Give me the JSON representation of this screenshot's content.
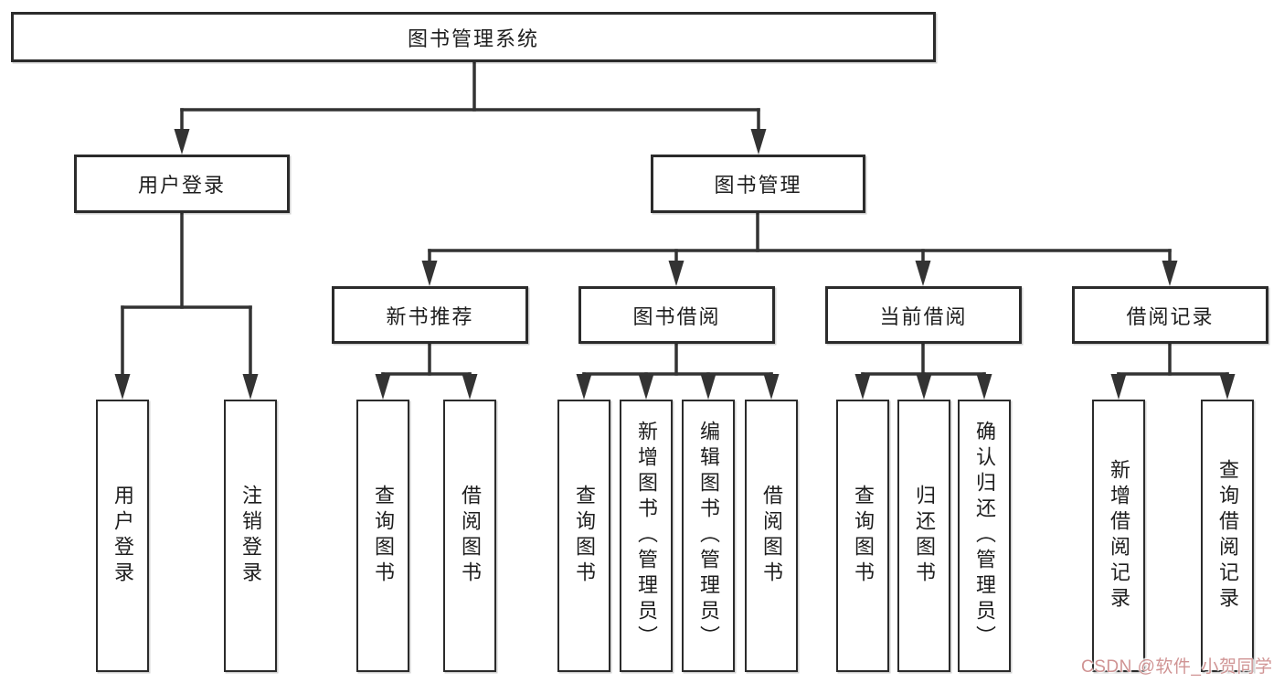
{
  "diagram": {
    "title": {
      "label": "图书管理系统"
    },
    "level1": {
      "user_login": {
        "label": "用户登录"
      },
      "book_management": {
        "label": "图书管理"
      }
    },
    "level2": {
      "new_book": {
        "label": "新书推荐"
      },
      "book_borrow": {
        "label": "图书借阅"
      },
      "current_borrow": {
        "label": "当前借阅"
      },
      "borrow_records": {
        "label": "借阅记录"
      }
    },
    "leaves": {
      "user_login": [
        "用户登录",
        "注销登录"
      ],
      "new_book": [
        "查询图书",
        "借阅图书"
      ],
      "book_borrow": [
        "查询图书",
        "新增图书（管理员）",
        "编辑图书（管理员）",
        "借阅图书"
      ],
      "current_borrow": [
        "查询图书",
        "归还图书",
        "确认归还（管理员）"
      ],
      "borrow_records": [
        "新增借阅记录",
        "查询借阅记录"
      ]
    },
    "watermark": "CSDN @软件_小贺同学",
    "colors": {
      "line": "#333333",
      "border": "#2b2b2b",
      "text": "#1e1e1e",
      "background": "#ffffff",
      "watermark": "#d09494"
    }
  }
}
